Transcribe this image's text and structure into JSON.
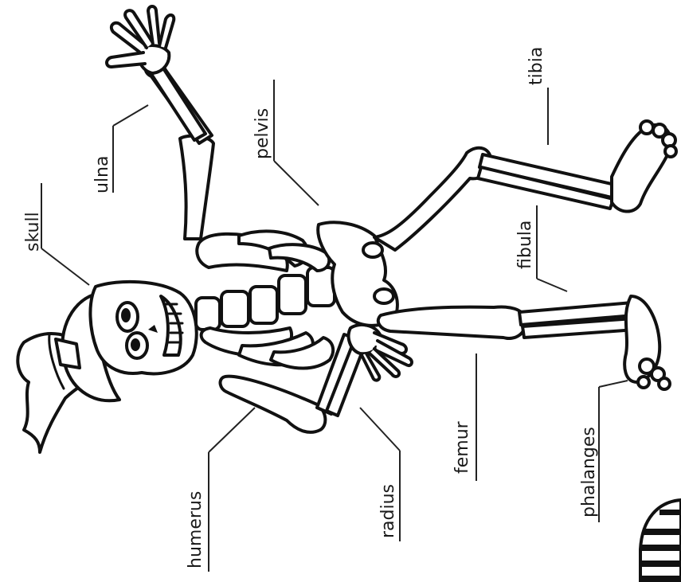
{
  "labels": {
    "skull": "skull",
    "ulna": "ulna",
    "pelvis": "pelvis",
    "tibia": "tibia",
    "fibula": "fibula",
    "humerus": "humerus",
    "radius": "radius",
    "femur": "femur",
    "phalanges": "phalanges"
  },
  "colors": {
    "ink": "#111111",
    "paper": "#ffffff"
  }
}
